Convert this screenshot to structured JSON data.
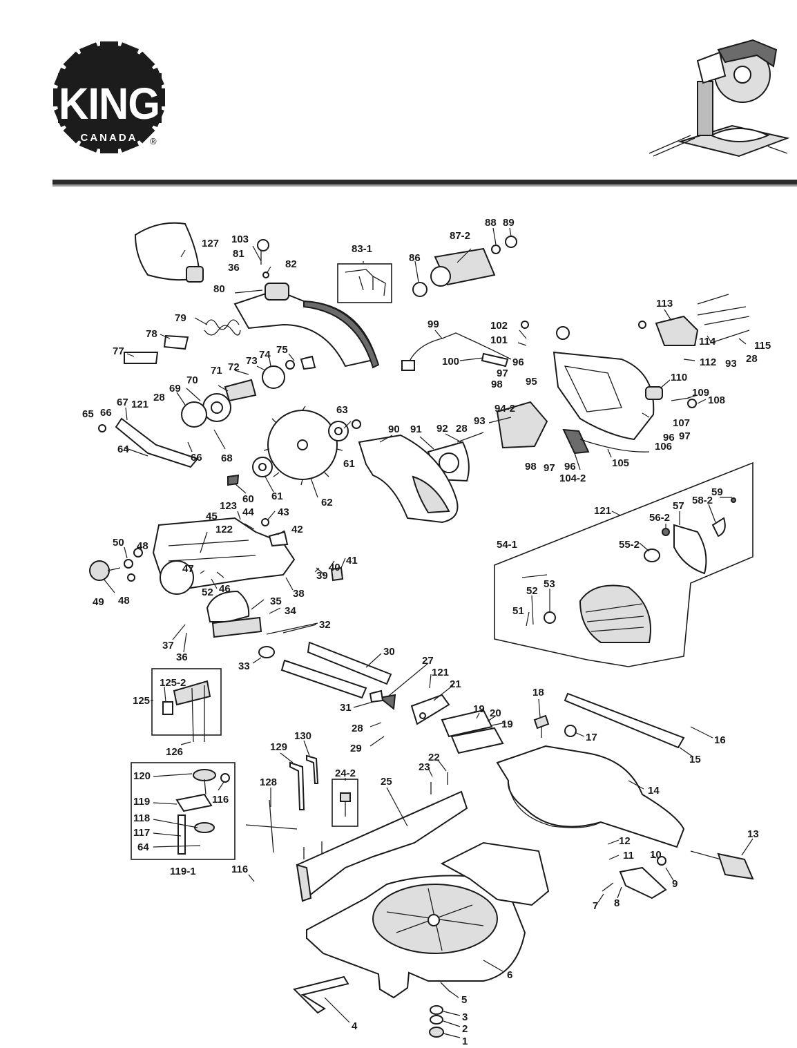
{
  "brand": {
    "name": "KING",
    "sub": "CANADA",
    "mark": "®",
    "colors": {
      "logo": "#1c1c1c",
      "rule_dark": "#2b2b2b",
      "rule_light": "#9a9a9a"
    }
  },
  "parts": {
    "p1": "1",
    "p2": "2",
    "p3": "3",
    "p4": "4",
    "p5": "5",
    "p6": "6",
    "p7": "7",
    "p8": "8",
    "p9": "9",
    "p10": "10",
    "p11": "11",
    "p12": "12",
    "p13": "13",
    "p14": "14",
    "p15": "15",
    "p16": "16",
    "p17": "17",
    "p18": "18",
    "p19a": "19",
    "p19b": "19",
    "p20": "20",
    "p21": "21",
    "p22": "22",
    "p23": "23",
    "p24_2": "24-2",
    "p25": "25",
    "p27": "27",
    "p28a": "28",
    "p28b": "28",
    "p28c": "28",
    "p28d": "28",
    "p29": "29",
    "p30": "30",
    "p31": "31",
    "p32": "32",
    "p33": "33",
    "p34": "34",
    "p35": "35",
    "p36a": "36",
    "p36b": "36",
    "p37": "37",
    "p38": "38",
    "p39": "39",
    "p40": "40",
    "p41": "41",
    "p42": "42",
    "p43": "43",
    "p44": "44",
    "p45": "45",
    "p46": "46",
    "p47": "47",
    "p48a": "48",
    "p48b": "48",
    "p49": "49",
    "p50": "50",
    "p51": "51",
    "p52a": "52",
    "p52b": "52",
    "p53": "53",
    "p54_1": "54-1",
    "p55_2": "55-2",
    "p56_2": "56-2",
    "p57": "57",
    "p58_2": "58-2",
    "p59": "59",
    "p60": "60",
    "p61a": "61",
    "p61b": "61",
    "p62": "62",
    "p63": "63",
    "p64a": "64",
    "p64b": "64",
    "p65": "65",
    "p66a": "66",
    "p66b": "66",
    "p67": "67",
    "p68": "68",
    "p69": "69",
    "p70": "70",
    "p71": "71",
    "p72": "72",
    "p73": "73",
    "p74": "74",
    "p75": "75",
    "p77": "77",
    "p78": "78",
    "p79": "79",
    "p80": "80",
    "p81": "81",
    "p82": "82",
    "p83_1": "83-1",
    "p86": "86",
    "p87_2": "87-2",
    "p88": "88",
    "p89": "89",
    "p90": "90",
    "p91": "91",
    "p92": "92",
    "p93a": "93",
    "p93b": "93",
    "p94_2": "94-2",
    "p95": "95",
    "p96a": "96",
    "p96b": "96",
    "p96c": "96",
    "p97a": "97",
    "p97b": "97",
    "p97c": "97",
    "p98a": "98",
    "p98b": "98",
    "p99": "99",
    "p100": "100",
    "p101": "101",
    "p102": "102",
    "p103": "103",
    "p104_2": "104-2",
    "p105": "105",
    "p106": "106",
    "p107": "107",
    "p108": "108",
    "p109": "109",
    "p110": "110",
    "p112": "112",
    "p113": "113",
    "p114": "114",
    "p115": "115",
    "p116a": "116",
    "p116b": "116",
    "p117": "117",
    "p118": "118",
    "p119": "119",
    "p119_1": "119-1",
    "p120": "120",
    "p121a": "121",
    "p121b": "121",
    "p121c": "121",
    "p122": "122",
    "p123": "123",
    "p125": "125",
    "p125_2": "125-2",
    "p126": "126",
    "p127": "127",
    "p128": "128",
    "p129": "129",
    "p130": "130"
  }
}
